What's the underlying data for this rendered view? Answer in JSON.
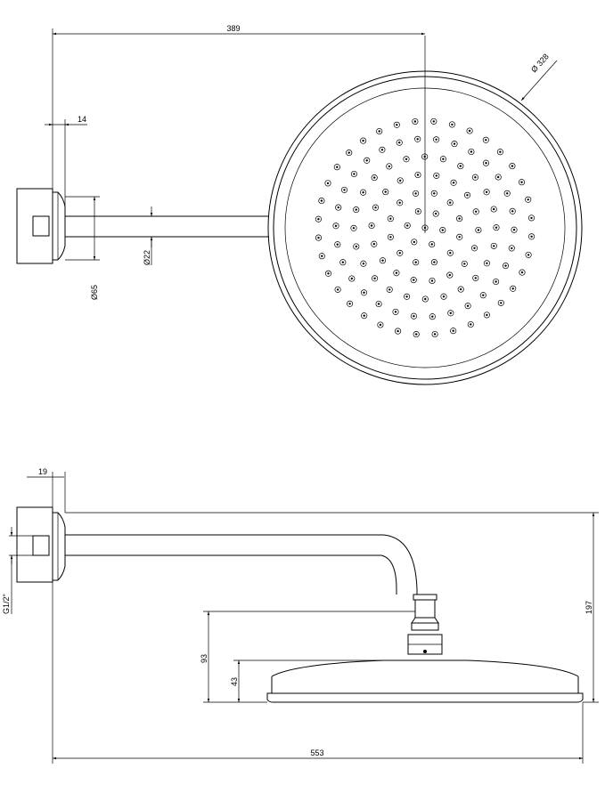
{
  "top_view": {
    "dim_width": "389",
    "dim_diameter_head": "Ø 328",
    "dim_offset": "14",
    "dim_diameter_flange": "Ø65",
    "dim_diameter_arm": "Ø22"
  },
  "side_view": {
    "dim_offset": "19",
    "dim_thread": "G1/2\"",
    "dim_height_total": "197",
    "dim_height_93": "93",
    "dim_height_43": "43",
    "dim_length": "553"
  }
}
